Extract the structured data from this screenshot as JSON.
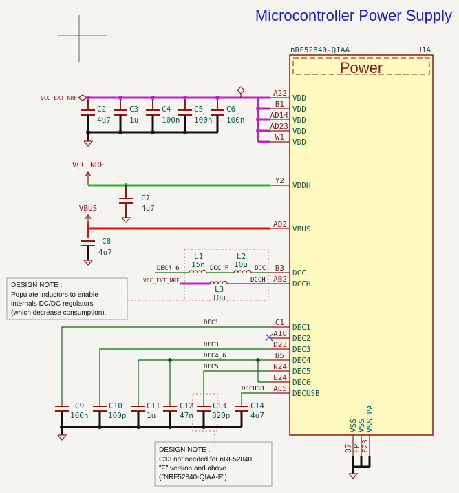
{
  "title": "Microcontroller Power Supply",
  "chip": {
    "part_number": "nRF52840-QIAA",
    "ref": "U1A",
    "unit_title": "Power",
    "left_pins": [
      {
        "num": "A22",
        "name": "VDD"
      },
      {
        "num": "B1",
        "name": "VDD"
      },
      {
        "num": "AD14",
        "name": "VDD"
      },
      {
        "num": "AD23",
        "name": "VDD"
      },
      {
        "num": "W1",
        "name": "VDD"
      },
      {
        "num": "Y2",
        "name": "VDDH"
      },
      {
        "num": "AD2",
        "name": "VBUS"
      },
      {
        "num": "B3",
        "name": "DCC"
      },
      {
        "num": "AB2",
        "name": "DCCH"
      },
      {
        "num": "C1",
        "name": "DEC1"
      },
      {
        "num": "A18",
        "name": "DEC2"
      },
      {
        "num": "D23",
        "name": "DEC3"
      },
      {
        "num": "B5",
        "name": "DEC4"
      },
      {
        "num": "N24",
        "name": "DEC5"
      },
      {
        "num": "E24",
        "name": "DEC6"
      },
      {
        "num": "AC5",
        "name": "DECUSB"
      }
    ],
    "bottom_pins": [
      {
        "num": "B7",
        "name": "VSS"
      },
      {
        "num": "EP",
        "name": "VSS"
      },
      {
        "num": "F23",
        "name": "VSS_PA"
      }
    ]
  },
  "nets": {
    "vcc_ext_nrf": "VCC_EXT_NRF",
    "vcc_nrf": "VCC_NRF",
    "vbus": "VBUS",
    "dec4_6": "DEC4_6",
    "dcc_f": "DCC_F",
    "dcc": "DCC",
    "dcch": "DCCH",
    "dec1": "DEC1",
    "dec3": "DEC3",
    "dec5": "DEC5",
    "decusb": "DECUSB"
  },
  "caps_top": [
    {
      "ref": "C2",
      "value": "4u7"
    },
    {
      "ref": "C3",
      "value": "1u"
    },
    {
      "ref": "C4",
      "value": "100n"
    },
    {
      "ref": "C5",
      "value": "100n"
    },
    {
      "ref": "C6",
      "value": "100n"
    }
  ],
  "cap_c7": {
    "ref": "C7",
    "value": "4u7"
  },
  "cap_c8": {
    "ref": "C8",
    "value": "4u7"
  },
  "inductors": [
    {
      "ref": "L1",
      "value": "15n"
    },
    {
      "ref": "L2",
      "value": "10u"
    },
    {
      "ref": "L3",
      "value": "10u"
    }
  ],
  "caps_bottom": [
    {
      "ref": "C9",
      "value": "100n"
    },
    {
      "ref": "C10",
      "value": "100p"
    },
    {
      "ref": "C11",
      "value": "1u"
    },
    {
      "ref": "C12",
      "value": "47n"
    },
    {
      "ref": "C13",
      "value": "820p"
    },
    {
      "ref": "C14",
      "value": "4u7"
    }
  ],
  "notes": {
    "note1_title": "DESIGN NOTE :",
    "note1_lines": [
      "Populate inductors to enable",
      "internals DC/DC regulators",
      "(which decrease consumption)."
    ],
    "note2_title": "DESIGN NOTE :",
    "note2_lines": [
      "C13 not needed for nRF52840",
      "\"F\" version and above",
      "(\"NRF52840-QIAA-F\")"
    ]
  },
  "colors": {
    "vcc_ext_wire": "#c020c0",
    "vcc_nrf_wire": "#22bb22",
    "vbus_wire": "#dd1111",
    "title": "#1a1acc",
    "chip_fill": "#fffbc0",
    "chip_border": "#8b1a1a"
  }
}
